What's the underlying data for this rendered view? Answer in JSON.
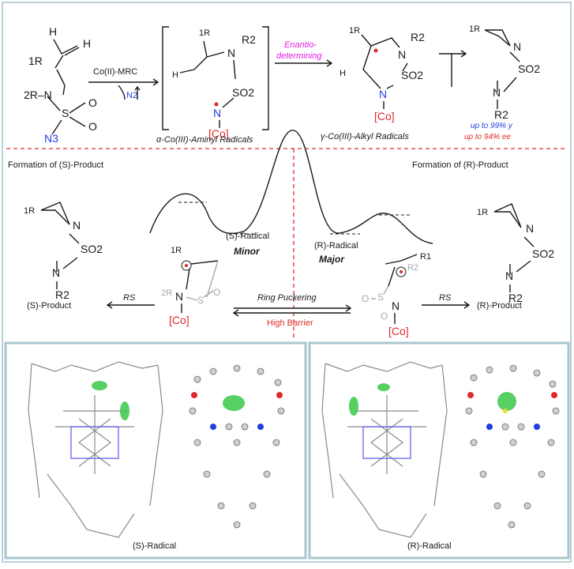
{
  "scheme": {
    "substrate": {
      "h_top": "H",
      "h_right": "H",
      "r1": "1R",
      "r2n": "2R–N",
      "s": "S",
      "o1": "O",
      "o2": "O",
      "n3": "N3"
    },
    "catalyst_label": "Co(II)-MRC",
    "n2_label": "N2",
    "aminyl": {
      "r1": "1R",
      "h": "H",
      "n": "N",
      "r2": "R2",
      "so2": "SO2",
      "n_rad": "N",
      "co": "[Co]",
      "caption": "α-Co(III)-Aminyl Radicals"
    },
    "enantio_label": "Enantio-\ndetermining",
    "alkyl": {
      "r1": "1R",
      "h": "H",
      "n_top": "N",
      "r2": "R2",
      "so2": "SO2",
      "n": "N",
      "co": "[Co]",
      "caption": "γ-Co(III)-Alkyl Radicals"
    },
    "product": {
      "r1": "1R",
      "n": "N",
      "so2": "SO2",
      "n2": "N",
      "r2": "R2"
    },
    "yield_text": "up to 99% y",
    "ee_text": "up to 94% ee"
  },
  "energy": {
    "left_title": "Formation of (S)-Product",
    "right_title": "Formation of (R)-Product",
    "s_radical": "(S)-Radical",
    "minor": "Minor",
    "r_radical": "(R)-Radical",
    "major": "Major",
    "s_product_label": "(S)-Product",
    "r_product_label": "(R)-Product",
    "rs_left": "RS",
    "rs_right": "RS",
    "ring_puckering": "Ring Puckering",
    "high_barrier": "High Barrier",
    "s_structure": {
      "r1": "1R",
      "n": "N",
      "so2": "SO2",
      "n2": "N",
      "r2": "R2"
    },
    "r_structure": {
      "r1": "1R",
      "n": "N",
      "so2": "SO2",
      "n2": "N",
      "r2": "R2"
    },
    "s_radical_struct": {
      "r1": "1R",
      "r2n": "2R",
      "n": "N",
      "s": "S",
      "o": "O",
      "co": "[Co]"
    },
    "r_radical_struct": {
      "r1": "R1",
      "r2": "R2",
      "o": "O",
      "s": "S",
      "n": "N",
      "o2": "O",
      "co": "[Co]"
    }
  },
  "panels": {
    "left_caption": "(S)-Radical",
    "right_caption": "(R)-Radical"
  },
  "colors": {
    "border": "#a9c6cf",
    "dash_red": "#e03030",
    "blue_atom": "#1f3fe0",
    "red_atom": "#e02a2a",
    "magenta": "#e020e0",
    "green_density": "#38c848",
    "yellow_s": "#e8e020"
  }
}
